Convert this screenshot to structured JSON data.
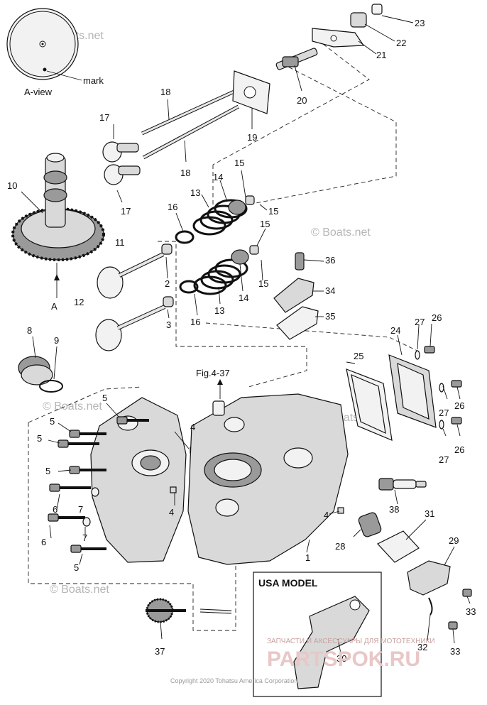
{
  "callouts": {
    "c1": "1",
    "c2": "2",
    "c3": "3",
    "c4a": "4",
    "c4b": "4",
    "c4c": "4",
    "c5a": "5",
    "c5b": "5",
    "c5c": "5",
    "c5d": "5",
    "c6a": "6",
    "c6b": "6",
    "c7a": "7",
    "c7b": "7",
    "c8": "8",
    "c9": "9",
    "c10": "10",
    "c11": "11",
    "c12": "12",
    "c13a": "13",
    "c13b": "13",
    "c14a": "14",
    "c14b": "14",
    "c15a": "15",
    "c15b": "15",
    "c15c": "15",
    "c15d": "15",
    "c16a": "16",
    "c16b": "16",
    "c17a": "17",
    "c17b": "17",
    "c18a": "18",
    "c18b": "18",
    "c19": "19",
    "c20": "20",
    "c21": "21",
    "c22": "22",
    "c23": "23",
    "c24": "24",
    "c25": "25",
    "c26a": "26",
    "c26b": "26",
    "c26c": "26",
    "c27a": "27",
    "c27b": "27",
    "c27c": "27",
    "c28": "28",
    "c29": "29",
    "c30": "30",
    "c31": "31",
    "c32": "32",
    "c33a": "33",
    "c33b": "33",
    "c34": "34",
    "c35": "35",
    "c36": "36",
    "c37": "37",
    "c38": "38"
  },
  "labels": {
    "a_view": "A-view",
    "mark": "mark",
    "a_letter": "A",
    "fig_ref": "Fig.4-37",
    "usa_model": "USA MODEL"
  },
  "watermarks": {
    "boats_net": "© Boats.net",
    "boats_net_big": "© Boats.net",
    "dealer_caption": "ЗАПЧАСТИ И АКСЕССУАРЫ ДЛЯ МОТОТЕХНИКИ",
    "dealer_logo": "PARTSPOK.RU",
    "copyright": "Copyright 2020 Tohatsu America Corporation"
  }
}
